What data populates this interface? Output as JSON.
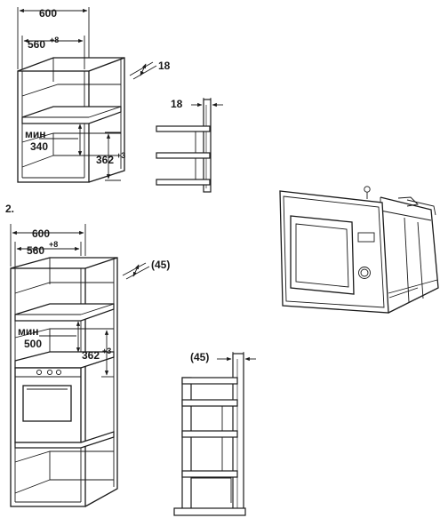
{
  "step_label": "2.",
  "diagram1": {
    "outer_width": "600",
    "inner_width": "560",
    "inner_tol": "+8",
    "panel_thickness": "18",
    "shelf_thickness": "18",
    "min_label": "мин",
    "min_value": "340",
    "opening_height": "362",
    "opening_tol": "+3"
  },
  "diagram2": {
    "outer_width": "600",
    "inner_width": "560",
    "inner_tol": "+8",
    "panel_thickness": "(45)",
    "shelf_thickness": "(45)",
    "min_label": "мин",
    "min_value": "500",
    "opening_height": "362",
    "opening_tol": "+3"
  }
}
